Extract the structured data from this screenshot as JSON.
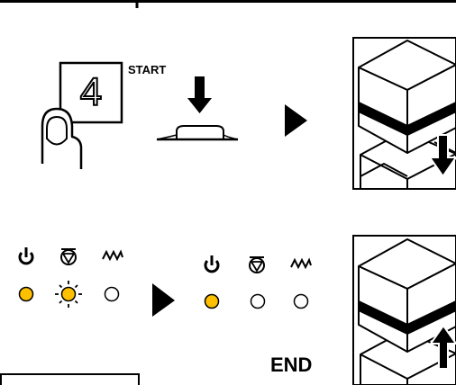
{
  "step_number": "4",
  "start_label": "START",
  "end_label": "END",
  "colors": {
    "led_on": "#ffc000",
    "led_off": "#ffffff",
    "stroke": "#000000"
  },
  "status_panels": [
    {
      "name": "before",
      "icons": [
        "power-icon",
        "drain-icon",
        "heater-icon"
      ],
      "leds": [
        "on",
        "blinking",
        "off"
      ]
    },
    {
      "name": "after",
      "icons": [
        "power-icon",
        "drain-icon",
        "heater-icon"
      ],
      "leds": [
        "on",
        "off",
        "off"
      ]
    }
  ]
}
